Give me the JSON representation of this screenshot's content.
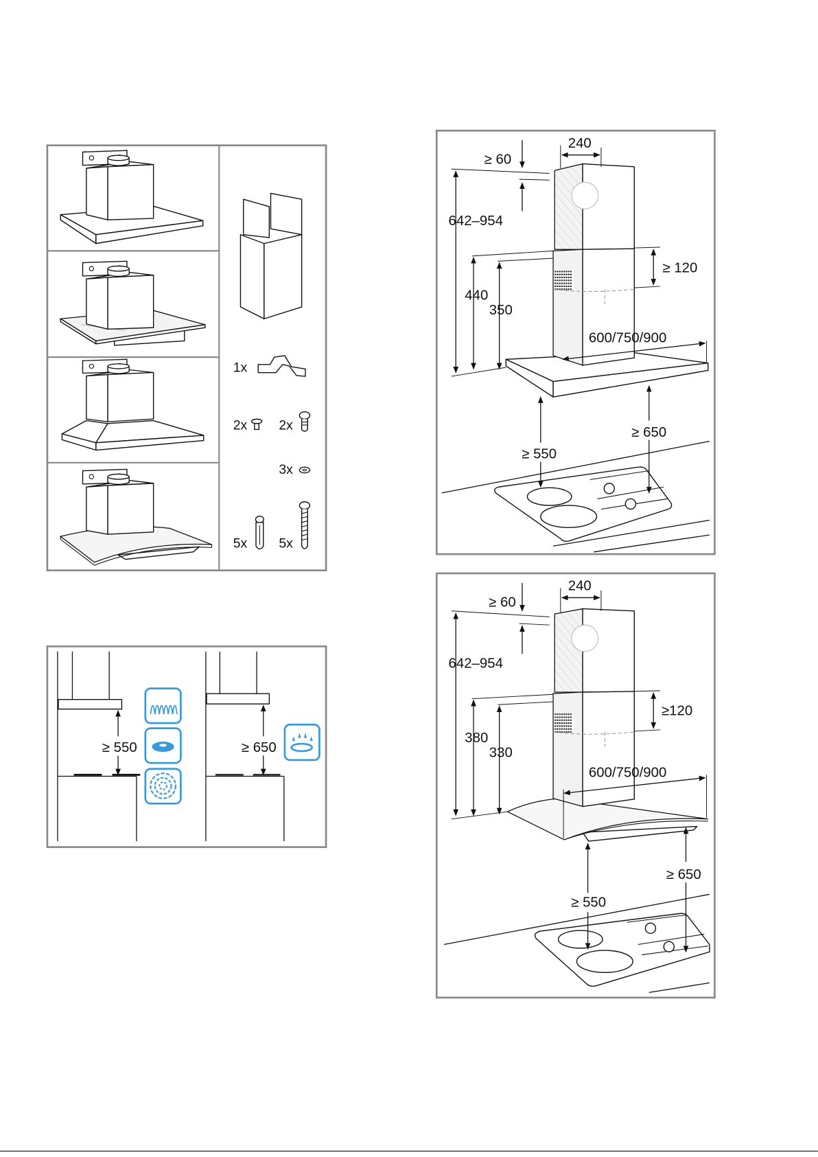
{
  "parts_panel": {
    "counts": [
      "1x",
      "2x",
      "2x",
      "3x",
      "5x",
      "5x"
    ]
  },
  "clearance_panel": {
    "electric_min": "≥ 550",
    "gas_min": "≥ 650"
  },
  "diagram_flat": {
    "duct_width": "240",
    "top_gap": "≥ 60",
    "height_range": "642–954",
    "height_outer": "440",
    "height_inner": "350",
    "overlap": "≥ 120",
    "hood_width": "600/750/900",
    "min_electric": "≥ 550",
    "min_gas": "≥ 650"
  },
  "diagram_curved": {
    "duct_width": "240",
    "top_gap": "≥ 60",
    "height_range": "642–954",
    "height_outer": "380",
    "height_inner": "330",
    "overlap": "≥120",
    "hood_width": "600/750/900",
    "min_electric": "≥ 550",
    "min_gas": "≥ 650"
  },
  "colors": {
    "frame": "#8a8a8a",
    "icon_blue": "#3a9ad9"
  }
}
